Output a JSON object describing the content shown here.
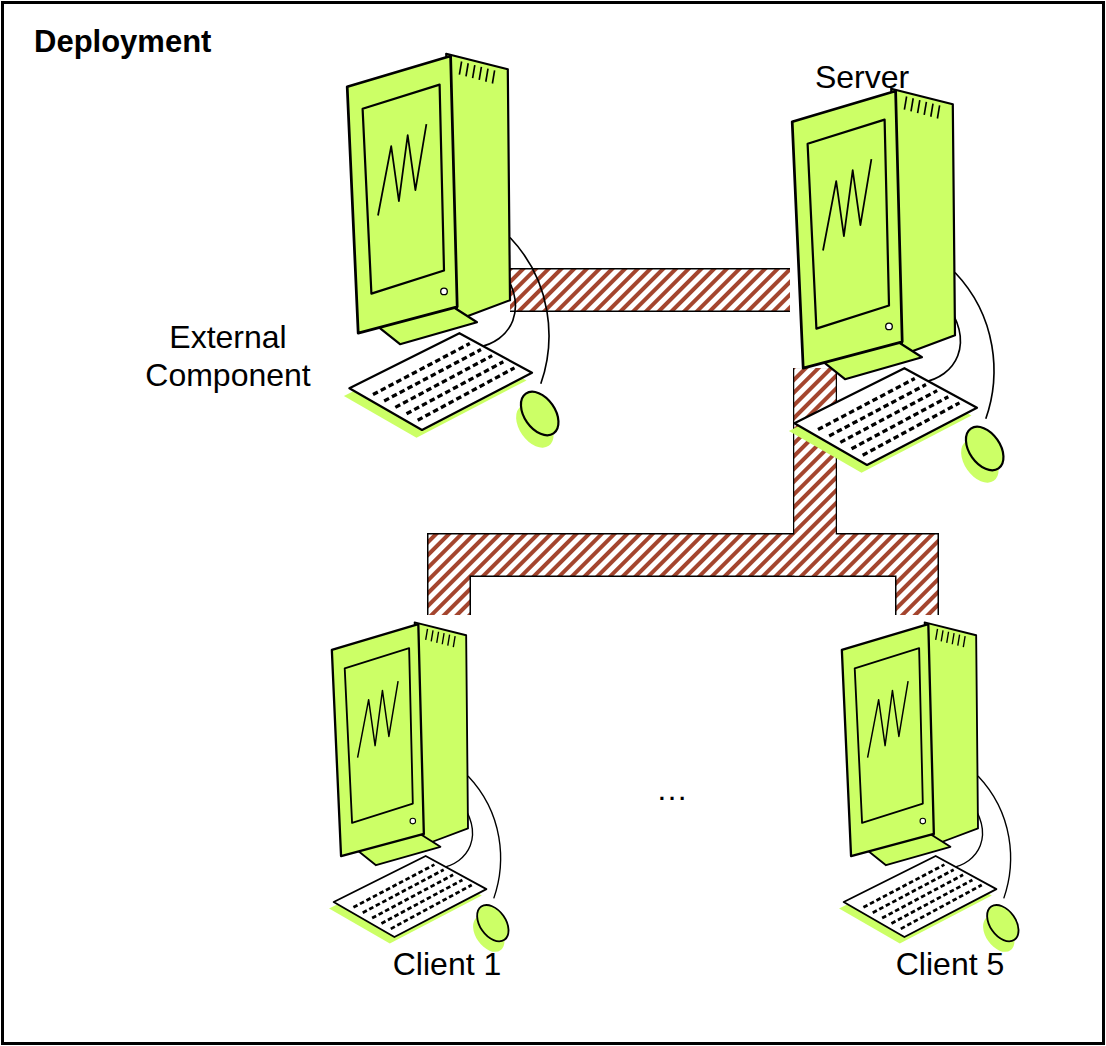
{
  "diagram": {
    "title": "Deployment",
    "nodes": [
      {
        "text": [
          "External Component"
        ]
      },
      {
        "text": [
          "Server"
        ]
      },
      {
        "text": [
          "Client 1"
        ]
      },
      {
        "text": [
          "Client 5"
        ]
      }
    ],
    "edges": [
      {
        "from": 0,
        "to": 1,
        "arrow": "none"
      },
      {
        "from": 1,
        "to": 2,
        "arrow": "none"
      },
      {
        "from": 1,
        "to": 3,
        "arrow": "none"
      }
    ],
    "labels": [
      "…"
    ]
  }
}
